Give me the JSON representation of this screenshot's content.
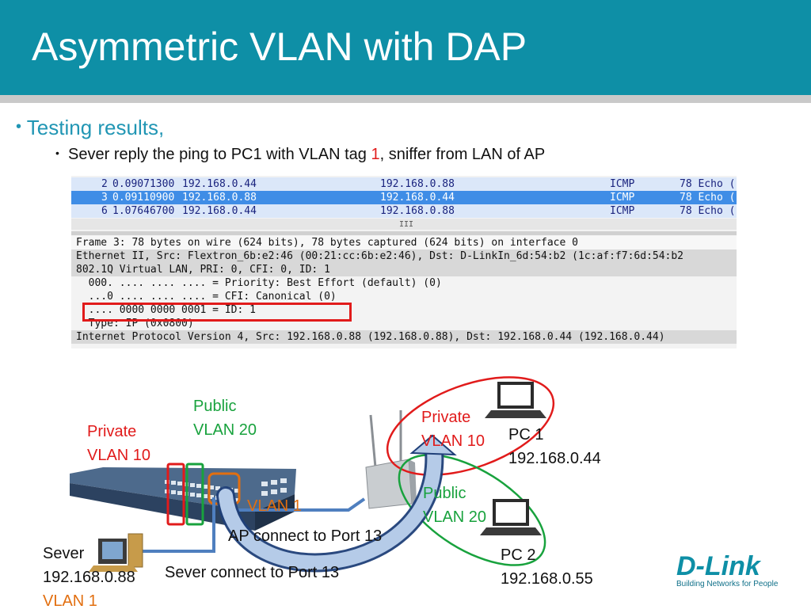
{
  "slide": {
    "title": "Asymmetric VLAN with DAP",
    "bullet_main": "Testing results,",
    "bullet_sub_before": "Sever reply the ping to PC1 with VLAN tag ",
    "bullet_sub_tag": "1",
    "bullet_sub_after": ", sniffer from LAN of AP"
  },
  "capture": {
    "packets": [
      {
        "no": "2",
        "time": "0.09071300",
        "src": "192.168.0.44",
        "dst": "192.168.0.88",
        "proto": "ICMP",
        "info": "78 Echo ("
      },
      {
        "no": "3",
        "time": "0.09110900",
        "src": "192.168.0.88",
        "dst": "192.168.0.44",
        "proto": "ICMP",
        "info": "78 Echo ("
      },
      {
        "no": "6",
        "time": "1.07646700",
        "src": "192.168.0.44",
        "dst": "192.168.0.88",
        "proto": "ICMP",
        "info": "78 Echo ("
      }
    ],
    "scroll_grip": "III",
    "details": [
      "Frame 3: 78 bytes on wire (624 bits), 78 bytes captured (624 bits) on interface 0",
      "Ethernet II, Src: Flextron_6b:e2:46 (00:21:cc:6b:e2:46), Dst: D-LinkIn_6d:54:b2 (1c:af:f7:6d:54:b2",
      "802.1Q Virtual LAN, PRI: 0, CFI: 0, ID: 1",
      "  000. .... .... .... = Priority: Best Effort (default) (0)",
      "  ...0 .... .... .... = CFI: Canonical (0)",
      "  .... 0000 0000 0001 = ID: 1",
      "  Type: IP (0x0800)",
      "Internet Protocol Version 4, Src: 192.168.0.88 (192.168.0.88), Dst: 192.168.0.44 (192.168.0.44)"
    ]
  },
  "diagram": {
    "switch_public_l1": "Public",
    "switch_public_l2": "VLAN 20",
    "switch_private_l1": "Private",
    "switch_private_l2": "VLAN 10",
    "vlan1_label": "VLAN 1",
    "ap_private_l1": "Private",
    "ap_private_l2": "VLAN 10",
    "ap_public_l1": "Public",
    "ap_public_l2": "VLAN 20",
    "pc1_name": "PC 1",
    "pc1_ip": "192.168.0.44",
    "pc2_name": "PC 2",
    "pc2_ip": "192.168.0.55",
    "ap_connect": "AP connect to Port 13",
    "server_connect": "Sever connect to Port 13",
    "server_name": "Sever",
    "server_ip": "192.168.0.88",
    "server_vlan": "VLAN 1"
  },
  "logo": {
    "brand": "D-Link",
    "tagline": "Building Networks for People"
  },
  "colors": {
    "title_bar": "#0e8fa6",
    "bullet": "#2196b4",
    "red": "#e11b1b",
    "green": "#18a23d",
    "orange": "#e26f10",
    "blue_arrow": "#4f7fbf",
    "selected_row": "#3f8de6"
  }
}
